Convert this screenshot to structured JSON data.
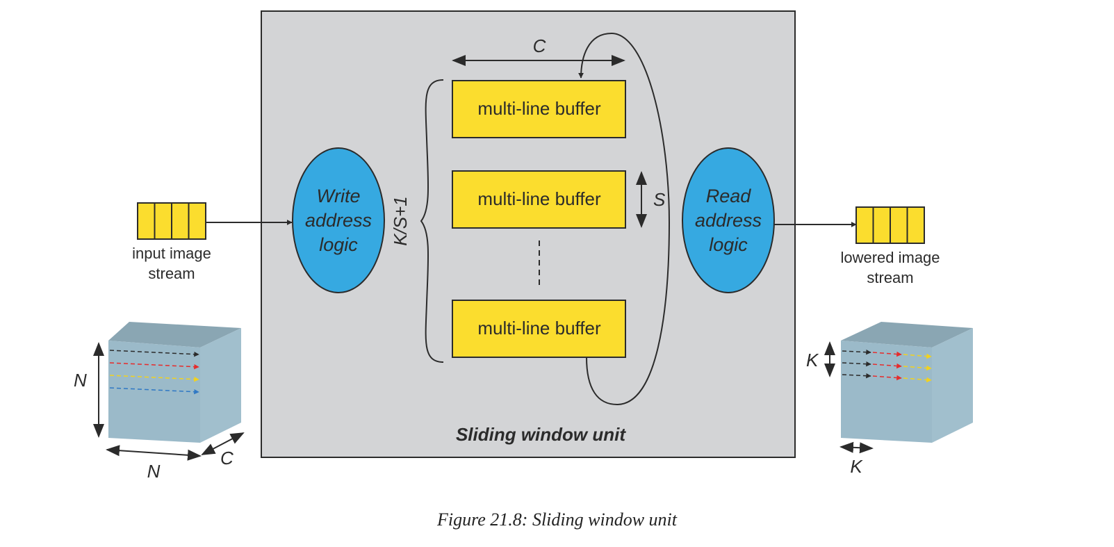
{
  "input": {
    "label_line1": "input image",
    "label_line2": "stream"
  },
  "output": {
    "label_line1": "lowered image",
    "label_line2": "stream"
  },
  "unit": {
    "title": "Sliding window unit"
  },
  "write_logic": {
    "line1": "Write",
    "line2": "address",
    "line3": "logic"
  },
  "read_logic": {
    "line1": "Read",
    "line2": "address",
    "line3": "logic"
  },
  "buffers": [
    "multi-line buffer",
    "multi-line buffer",
    "multi-line buffer"
  ],
  "dims": {
    "c_top": "C",
    "s": "S",
    "ks": "K/S+1"
  },
  "input_cube": {
    "n_height": "N",
    "n_width": "N",
    "c_depth": "C"
  },
  "output_cube": {
    "k_height": "K",
    "k_width": "K"
  },
  "caption": "Figure 21.8:  Sliding window unit",
  "colors": {
    "yellow": "#fbdd2e",
    "blue": "#36a9e1",
    "panel": "#d3d4d6",
    "cube_front": "#9bbac9",
    "cube_top": "#8aa6b3",
    "cube_side": "#a1bfcd",
    "red": "#e62b2b",
    "dash_yellow": "#f2d21e",
    "dash_blue": "#2f78c4"
  }
}
